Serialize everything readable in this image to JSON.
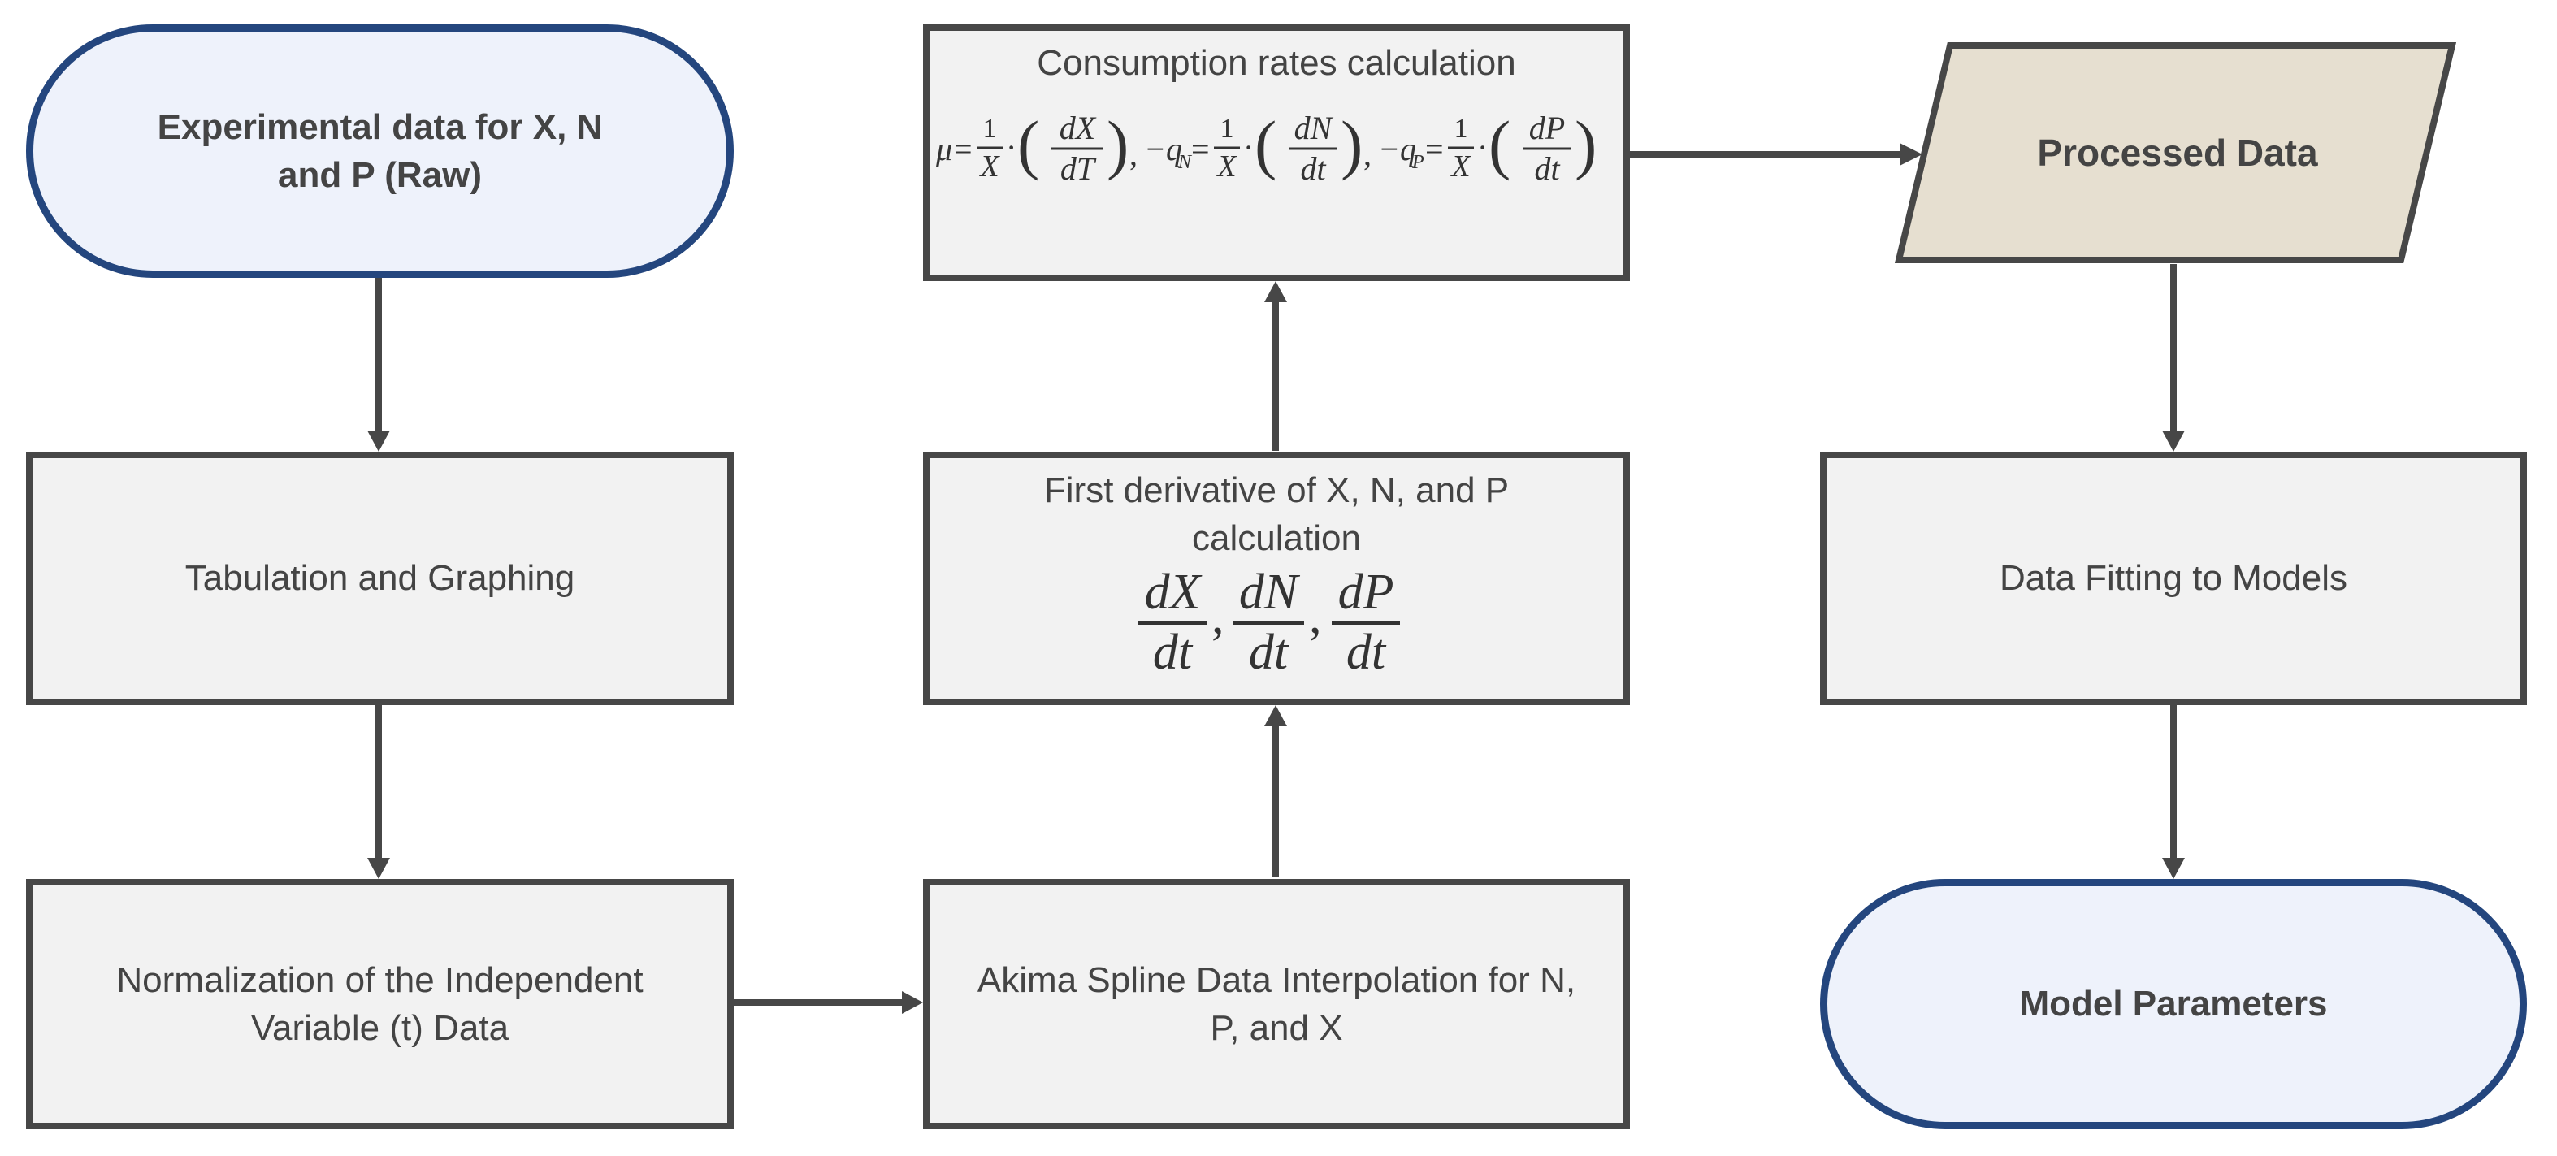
{
  "nodes": {
    "raw_data": "Experimental data for X, N and P (Raw)",
    "tabulation": "Tabulation and Graphing",
    "normalization": "Normalization of the Independent Variable (t) Data",
    "akima": "Akima Spline Data Interpolation for N, P, and X",
    "first_derivative": "First derivative of X, N, and P calculation",
    "consumption": "Consumption rates calculation",
    "processed": "Processed Data",
    "fitting": "Data Fitting to Models",
    "model_params": "Model Parameters"
  },
  "formulas": {
    "derivative_numerators": [
      "dX",
      "dN",
      "dP"
    ],
    "derivative_denominator": "dt",
    "rate_labels": [
      "μ",
      "−q",
      "−q"
    ],
    "rate_subscripts": [
      "",
      "N",
      "P"
    ],
    "rate_derivative_numerators": [
      "dX",
      "dN",
      "dP"
    ],
    "rate_derivative_denominators": [
      "dT",
      "dt",
      "dt"
    ],
    "rate_factor_numerator": "1",
    "rate_factor_denominator": "X"
  },
  "colors": {
    "terminal_fill": "#eef2fb",
    "terminal_border": "#24467e",
    "process_fill": "#f2f2f2",
    "process_border": "#474747",
    "data_fill": "#e6dfd0",
    "arrow": "#474747"
  }
}
